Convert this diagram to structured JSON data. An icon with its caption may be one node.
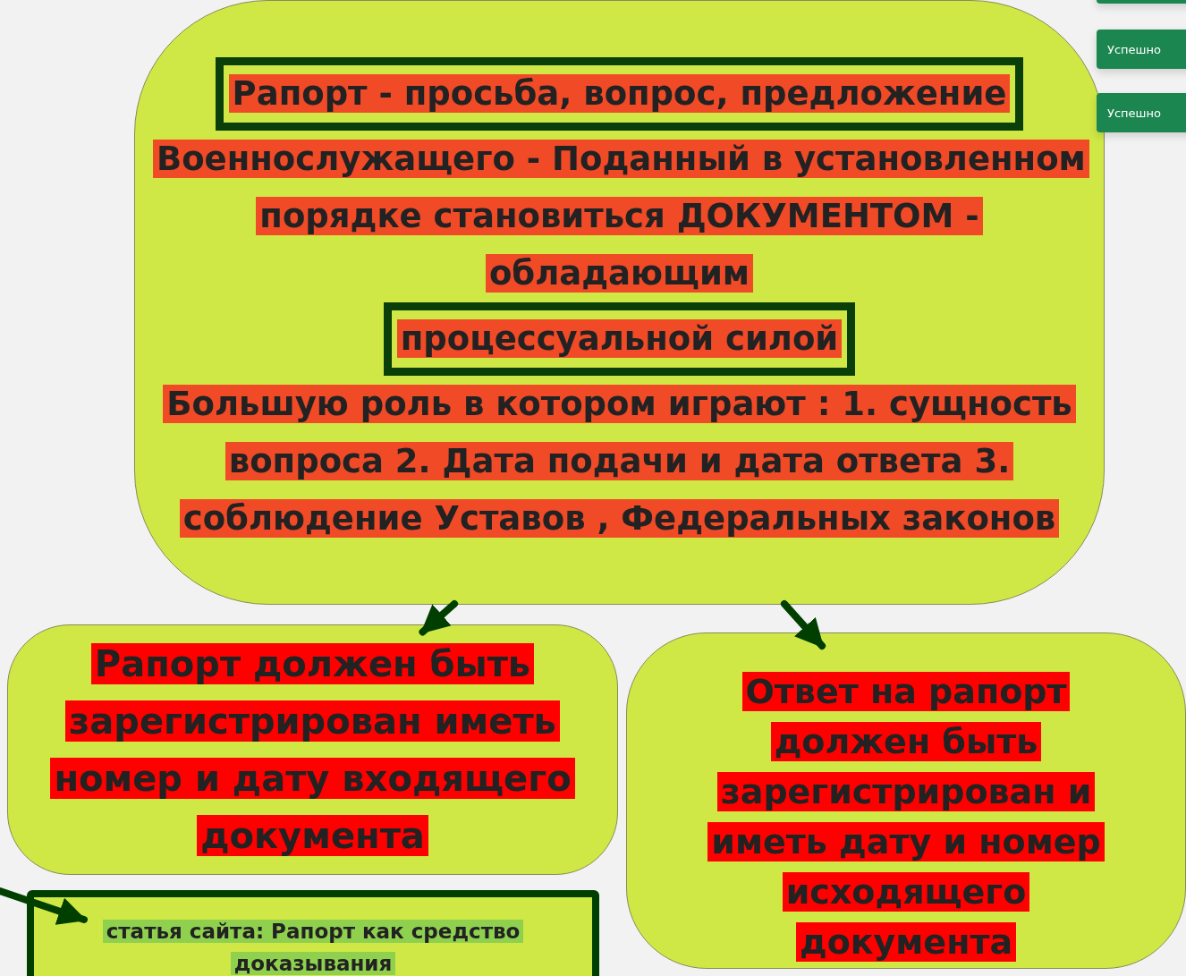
{
  "diagram": {
    "nodes": [
      {
        "text": [
          "Рапорт - просьба, вопрос, предложение",
          "Военнослужащего - Поданный в установленном порядке становиться ДОКУМЕНТОМ - обладающим",
          "процессуальной силой",
          "Большую роль в котором играют : 1. сущность вопроса 2. Дата подачи и дата ответа 3. соблюдение Уставов , Федеральных законов"
        ]
      },
      {
        "text": [
          "Рапорт должен быть зарегистрирован иметь номер и дату входящего документа"
        ]
      },
      {
        "text": [
          "Ответ на рапорт должен быть зарегистрирован и иметь дату и номер исходящего документа"
        ]
      },
      {
        "text": [
          "статья сайта: Рапорт как средство доказывания"
        ]
      }
    ],
    "edges": [
      {
        "from": 0,
        "to": 1,
        "arrow": "to"
      },
      {
        "from": 0,
        "to": 2,
        "arrow": "to"
      },
      {
        "from": null,
        "to": 3,
        "arrow": "to"
      }
    ],
    "labels": [
      "Успешно",
      "Успешно"
    ]
  }
}
